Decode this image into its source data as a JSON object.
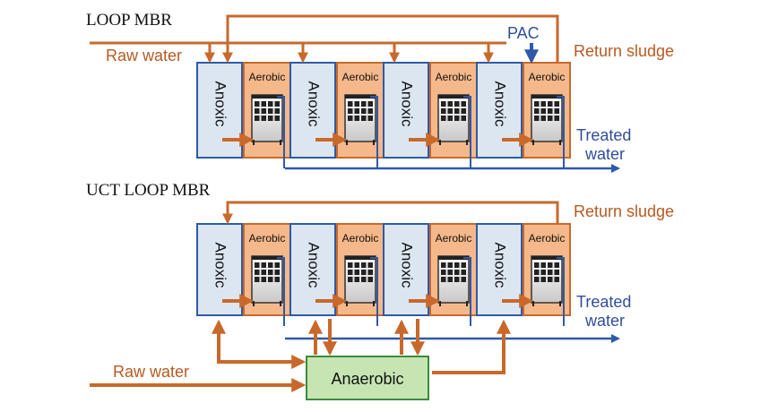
{
  "diagram_top": {
    "title": "LOOP MBR",
    "raw_water_label": "Raw water",
    "pac_label": "PAC",
    "return_sludge_label": "Return sludge",
    "treated_water_label_line1": "Treated",
    "treated_water_label_line2": "water",
    "tanks": [
      {
        "anoxic": "Anoxic",
        "aerobic": "Aerobic"
      },
      {
        "anoxic": "Anoxic",
        "aerobic": "Aerobic"
      },
      {
        "anoxic": "Anoxic",
        "aerobic": "Aerobic"
      },
      {
        "anoxic": "Anoxic",
        "aerobic": "Aerobic"
      }
    ]
  },
  "diagram_bottom": {
    "title": "UCT LOOP MBR",
    "raw_water_label": "Raw water",
    "return_sludge_label": "Return sludge",
    "treated_water_label_line1": "Treated",
    "treated_water_label_line2": "water",
    "anaerobic_label": "Anaerobic",
    "tanks": [
      {
        "anoxic": "Anoxic",
        "aerobic": "Aerobic"
      },
      {
        "anoxic": "Anoxic",
        "aerobic": "Aerobic"
      },
      {
        "anoxic": "Anoxic",
        "aerobic": "Aerobic"
      },
      {
        "anoxic": "Anoxic",
        "aerobic": "Aerobic"
      }
    ]
  },
  "colors": {
    "flow_brown": "#c8692b",
    "treated_blue": "#2e5aa8",
    "anoxic_fill": "#dce6f1",
    "anoxic_border": "#2e5aa8",
    "aerobic_fill": "#f5b88a",
    "aerobic_border": "#c8692b",
    "anaerobic_fill": "#c6e5b3",
    "anaerobic_border": "#3d8a3d"
  }
}
